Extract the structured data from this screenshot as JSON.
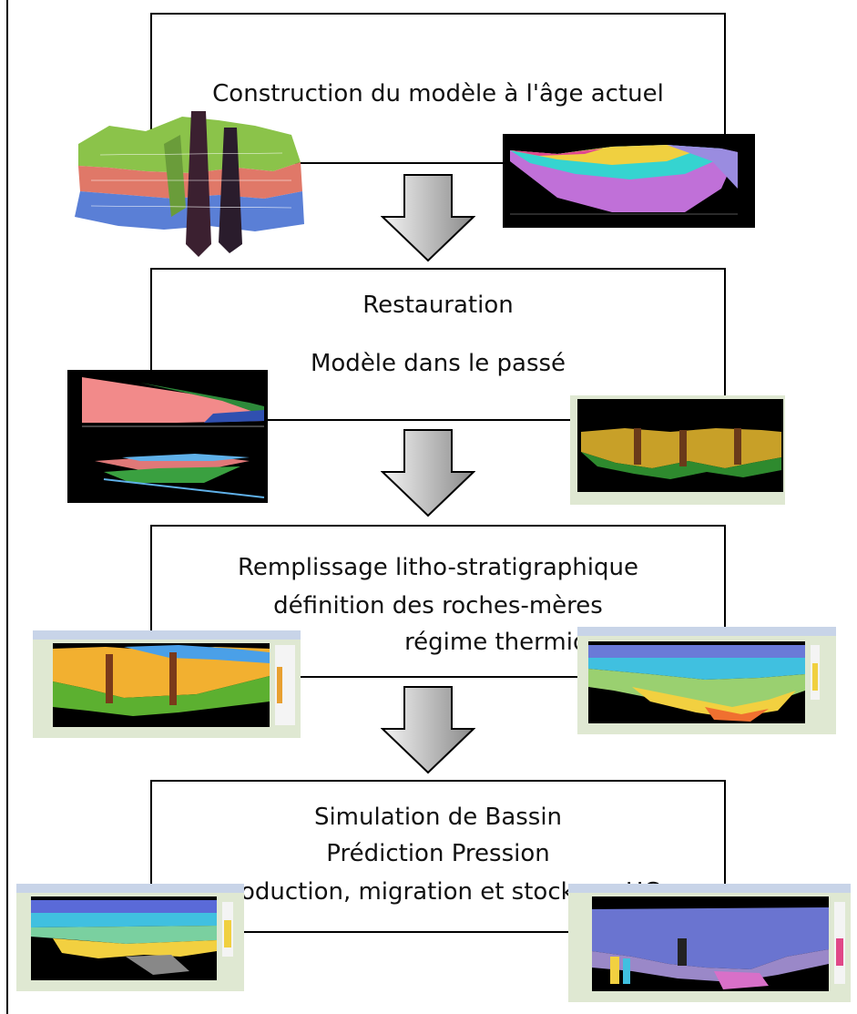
{
  "steps": [
    {
      "lines": [
        "Construction du modèle à l'âge actuel"
      ]
    },
    {
      "lines": [
        "Restauration",
        "Modèle dans le passé"
      ]
    },
    {
      "lines": [
        "Remplissage litho-stratigraphique",
        "définition des roches-mères",
        "régime thermique"
      ]
    },
    {
      "lines": [
        "Simulation de Bassin",
        "Prédiction Pression",
        "production, migration et stockage HC"
      ]
    }
  ],
  "colors": {
    "box_border": "#000000",
    "arrow_light": "#f2f2f2",
    "arrow_dark": "#8a8a8a",
    "panel_black": "#000000",
    "panel_green": "#dfe8d2"
  }
}
